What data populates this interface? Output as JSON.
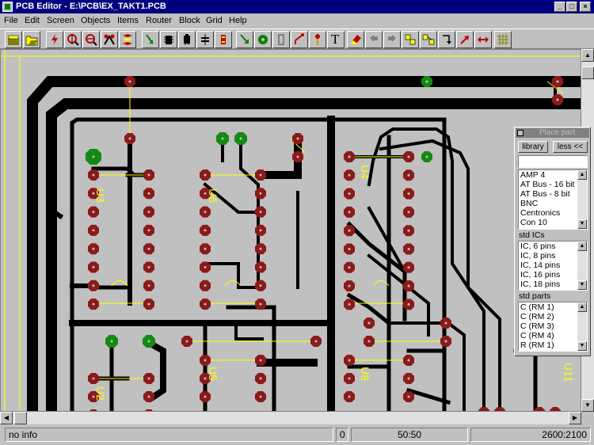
{
  "window": {
    "title": "PCB Editor - E:\\PCB\\EX_TAKT1.PCB",
    "minimize": "_",
    "maximize": "□",
    "close": "×"
  },
  "menu": [
    "File",
    "Edit",
    "Screen",
    "Objects",
    "Items",
    "Router",
    "Block",
    "Grid",
    "Help"
  ],
  "toolbar": {
    "tools": [
      "new-file-icon",
      "open-folder-icon",
      "flash-icon",
      "zoom-in-icon",
      "zoom-out-icon",
      "autoroute-icon",
      "layer-switch-icon",
      "place-part-icon",
      "component-icon",
      "capacitor-icon",
      "resistor-icon",
      "arrow-select-icon",
      "via-icon",
      "pad-icon",
      "track-icon",
      "pin-icon",
      "text-tool-icon",
      "eraser-icon",
      "undo-icon",
      "redo-icon",
      "block-copy-icon",
      "block-move-icon",
      "block-rotate-icon",
      "block-flip-icon",
      "block-mirror-icon",
      "grid-icon"
    ],
    "text_tool_label": "T"
  },
  "place_part": {
    "title": "Place part",
    "library_button": "library",
    "less_button": "less <<",
    "search_value": "",
    "library_items": [
      "AMP 4",
      "AT Bus - 16 bit",
      "AT Bus - 8 bit",
      "BNC",
      "Centronics",
      "Con 10"
    ],
    "std_ics_label": "std ICs",
    "std_ics": [
      "IC,  6 pins",
      "IC,  8 pins",
      "IC, 14 pins",
      "IC, 16 pins",
      "IC, 18 pins"
    ],
    "std_parts_label": "std parts",
    "std_parts": [
      "C (RM 1)",
      "C (RM 2)",
      "C (RM 3)",
      "C (RM 4)",
      "R (RM 1)"
    ]
  },
  "board": {
    "labels": [
      "U3",
      "U6",
      "U4",
      "U2",
      "U5",
      "U8",
      "U11"
    ],
    "colors": {
      "background": "#c0c0c0",
      "track": "#000000",
      "pad": "#8b1a1a",
      "via": "#138a13",
      "silk": "#ffff00"
    }
  },
  "status": {
    "info": "no info",
    "layer": "0",
    "grid": "50:50",
    "coords": "2600:2100"
  }
}
